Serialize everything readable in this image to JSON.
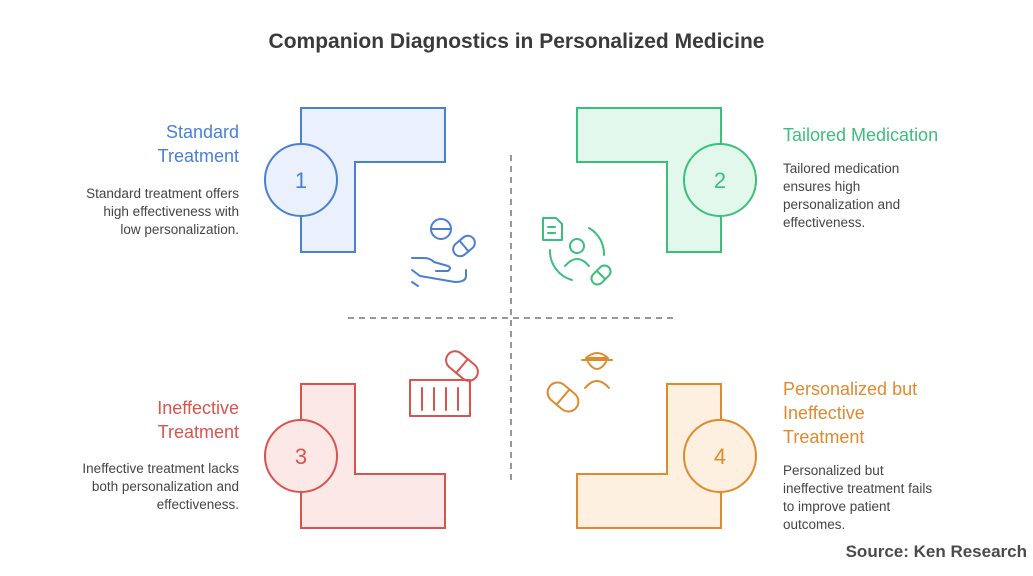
{
  "title": "Companion Diagnostics in Personalized Medicine",
  "source": "Source: Ken Research",
  "colors": {
    "blue": "#4a7fd6",
    "green": "#3bbf7a",
    "red": "#d9534f",
    "orange": "#e08a2e"
  },
  "quadrants": [
    {
      "number": "1",
      "title": "Standard Treatment",
      "title_lines": [
        "Standard",
        "Treatment"
      ],
      "description_lines": [
        "Standard treatment offers",
        "high effectiveness with",
        "low personalization."
      ],
      "icon": "hand-pill-icon"
    },
    {
      "number": "2",
      "title": "Tailored Medication",
      "title_lines": [
        "Tailored Medication"
      ],
      "description_lines": [
        "Tailored medication",
        "ensures high",
        "personalization and",
        "effectiveness."
      ],
      "icon": "patient-record-pill-icon"
    },
    {
      "number": "3",
      "title": "Ineffective Treatment",
      "title_lines": [
        "Ineffective",
        "Treatment"
      ],
      "description_lines": [
        "Ineffective treatment lacks",
        "both personalization and",
        "effectiveness."
      ],
      "icon": "pill-box-icon"
    },
    {
      "number": "4",
      "title": "Personalized but Ineffective Treatment",
      "title_lines": [
        "Personalized but",
        "Ineffective",
        "Treatment"
      ],
      "description_lines": [
        "Personalized but",
        "ineffective treatment fails",
        "to improve patient",
        "outcomes."
      ],
      "icon": "doctor-capsule-icon"
    }
  ]
}
